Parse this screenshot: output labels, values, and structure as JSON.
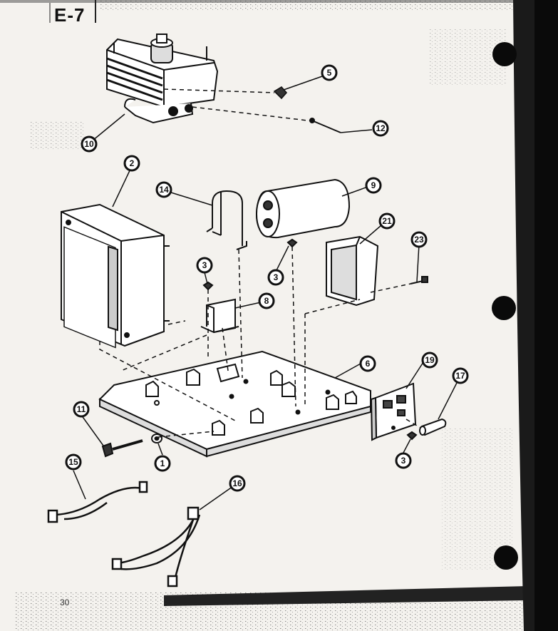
{
  "sheet": {
    "label": "E-7",
    "page_number": "30"
  },
  "callouts": [
    {
      "id": "c1",
      "label": "1"
    },
    {
      "id": "c2",
      "label": "2"
    },
    {
      "id": "c3a",
      "label": "3"
    },
    {
      "id": "c3b",
      "label": "3"
    },
    {
      "id": "c3c",
      "label": "3"
    },
    {
      "id": "c5",
      "label": "5"
    },
    {
      "id": "c6",
      "label": "6"
    },
    {
      "id": "c8",
      "label": "8"
    },
    {
      "id": "c9",
      "label": "9"
    },
    {
      "id": "c10",
      "label": "10"
    },
    {
      "id": "c11",
      "label": "11"
    },
    {
      "id": "c12",
      "label": "12"
    },
    {
      "id": "c14",
      "label": "14"
    },
    {
      "id": "c15",
      "label": "15"
    },
    {
      "id": "c16",
      "label": "16"
    },
    {
      "id": "c17",
      "label": "17"
    },
    {
      "id": "c19",
      "label": "19"
    },
    {
      "id": "c21",
      "label": "21"
    },
    {
      "id": "c23",
      "label": "23"
    }
  ],
  "colors": {
    "paper": "#f4f2ee",
    "ink": "#111111",
    "part_face": "#ffffff",
    "part_shade": "#d8d8d8"
  }
}
